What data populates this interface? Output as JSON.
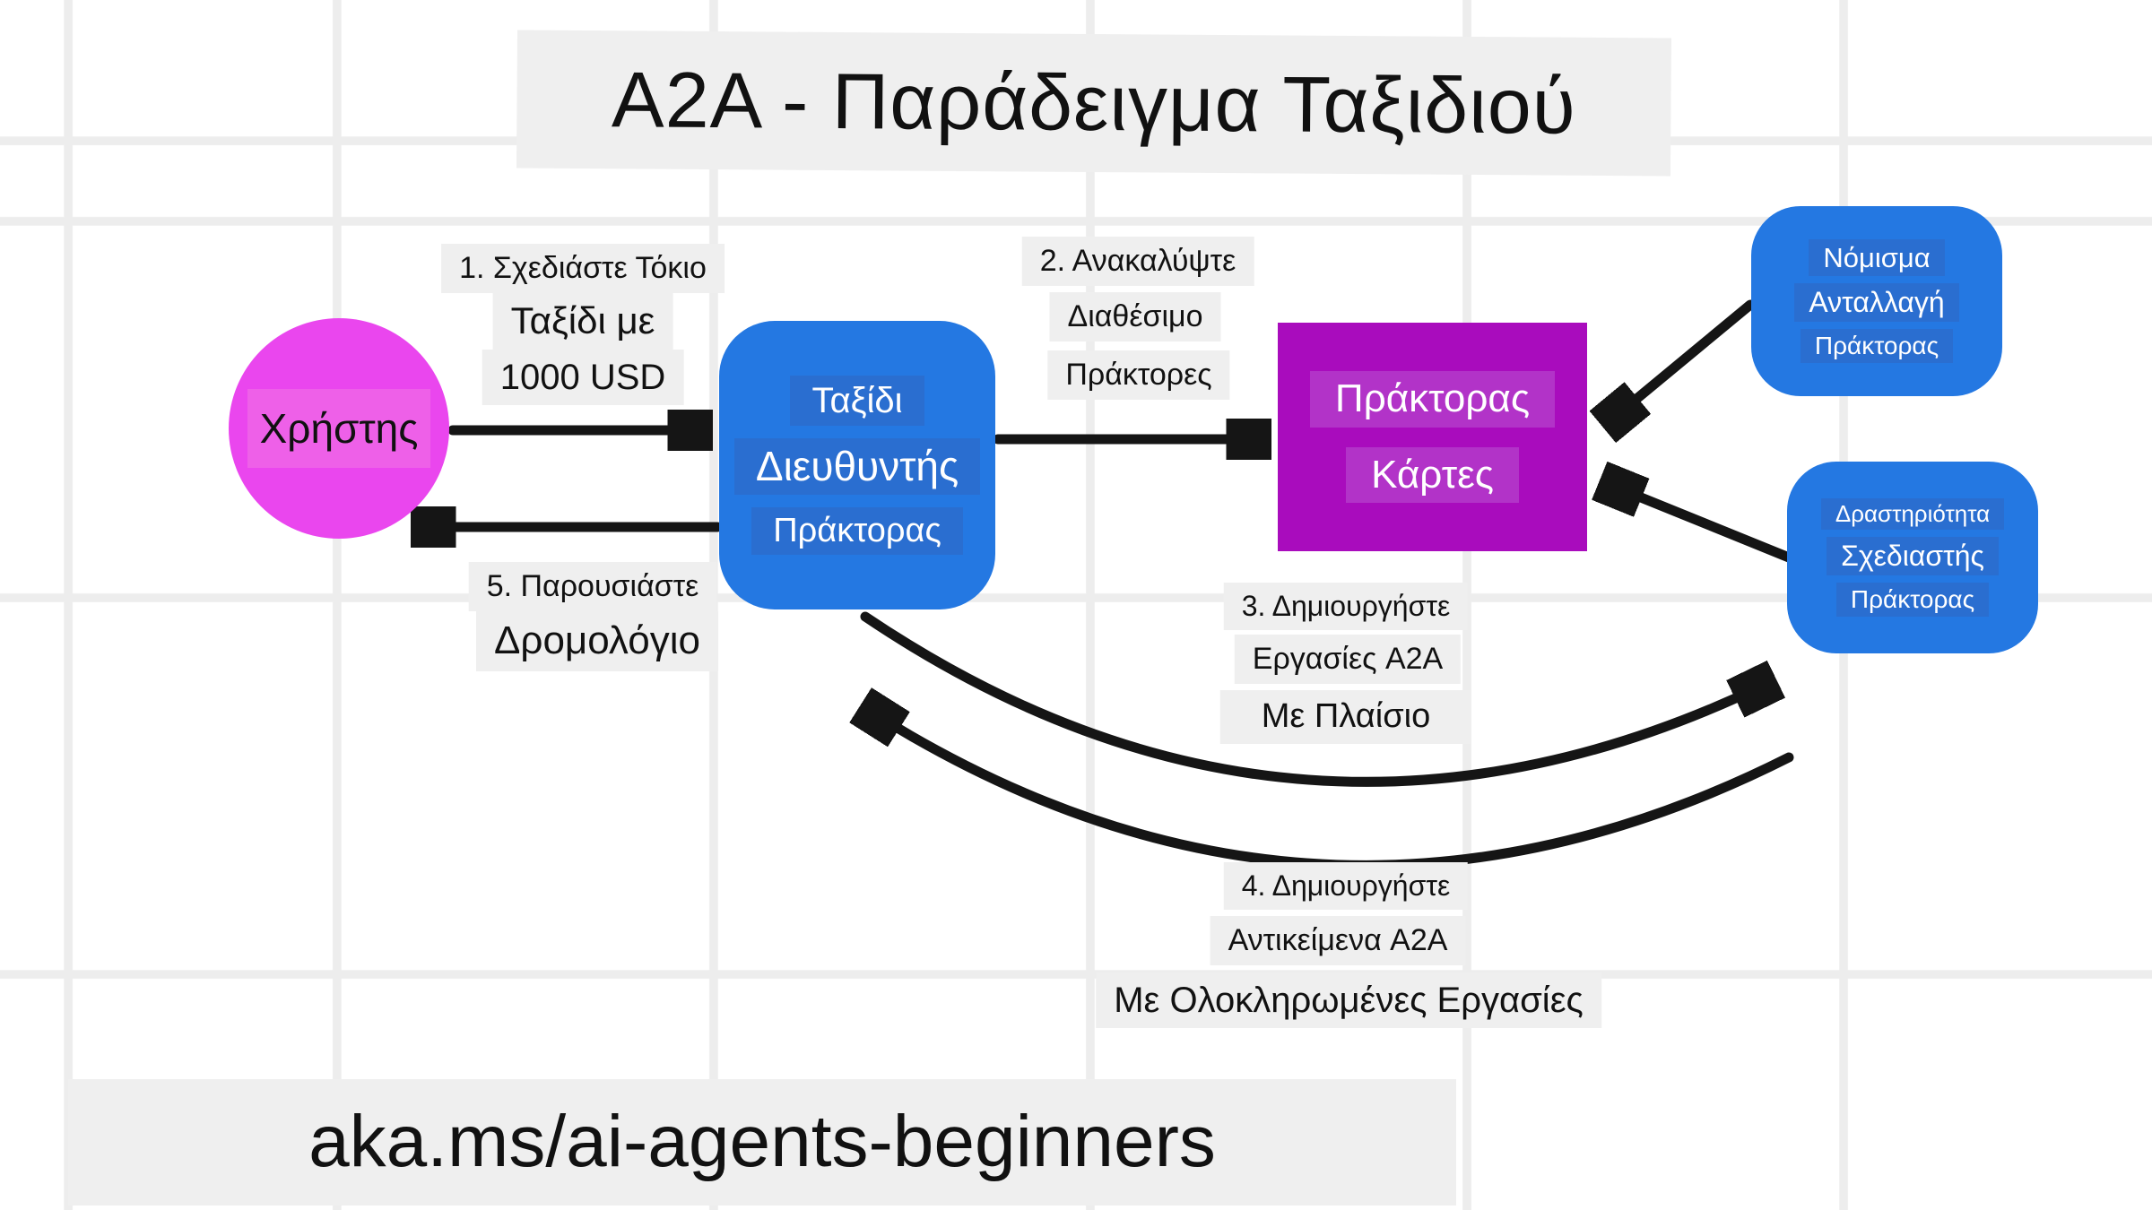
{
  "title": "A2A - Παράδειγμα Ταξιδιού",
  "footer": "aka.ms/ai-agents-beginners",
  "colors": {
    "agent_blue": "#2478e2",
    "agent_blue_band": "#2a6ed0",
    "cards_purple": "#a90cbd",
    "cards_purple_band": "#b233c8",
    "user_magenta": "#ea46ee",
    "user_magenta_band": "#ee60e8",
    "label_background": "#efefef",
    "grid_line": "#ededed",
    "arrow_black": "#151515",
    "text_dark": "#111111"
  },
  "nodes": {
    "user": {
      "label": "Χρήστης"
    },
    "travel_manager": {
      "lines": [
        "Ταξίδι",
        "Διευθυντής",
        "Πράκτορας"
      ]
    },
    "agent_cards": {
      "lines": [
        "Πράκτορας",
        "Κάρτες"
      ]
    },
    "currency_exchange": {
      "lines": [
        "Νόμισμα",
        "Ανταλλαγή",
        "Πράκτορας"
      ]
    },
    "activity_planner": {
      "lines": [
        "Δραστηριότητα",
        "Σχεδιαστής",
        "Πράκτορας"
      ]
    }
  },
  "steps": {
    "step1": [
      "1. Σχεδιάστε Τόκιο",
      "Ταξίδι με",
      "1000 USD"
    ],
    "step2": [
      "2. Ανακαλύψτε",
      "Διαθέσιμο",
      "Πράκτορες"
    ],
    "step3": [
      "3. Δημιουργήστε",
      "Εργασίες A2A",
      "Με Πλαίσιο"
    ],
    "step4": [
      "4. Δημιουργήστε",
      "Αντικείμενα A2A",
      "Με Ολοκληρωμένες Εργασίες"
    ],
    "step5": [
      "5. Παρουσιάστε",
      "Δρομολόγιο"
    ]
  }
}
